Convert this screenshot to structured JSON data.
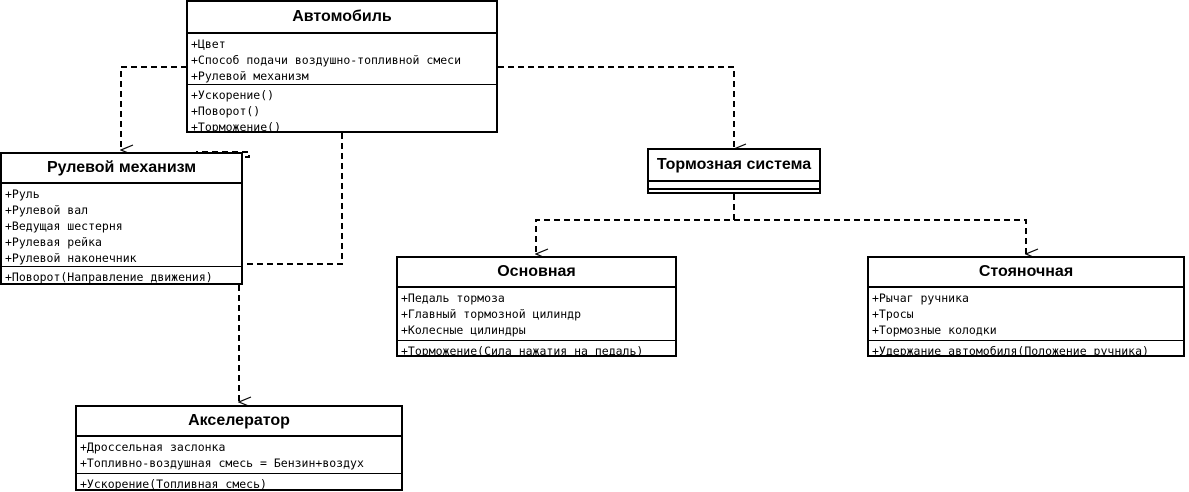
{
  "classes": {
    "avtomobil": {
      "title": "Автомобиль",
      "attributes": [
        "+Цвет",
        "+Способ подачи воздушно-топливной смеси",
        "+Рулевой механизм"
      ],
      "methods": [
        "+Ускорение()",
        "+Поворот()",
        "+Торможение()"
      ]
    },
    "rulevoy": {
      "title": "Рулевой механизм",
      "attributes": [
        "+Руль",
        "+Рулевой вал",
        "+Ведущая шестерня",
        "+Рулевая рейка",
        "+Рулевой наконечник"
      ],
      "methods": [
        "+Поворот(Направление движения)"
      ]
    },
    "tormoznaya": {
      "title": "Тормозная система",
      "attributes": [],
      "methods": []
    },
    "osnovnaya": {
      "title": "Основная",
      "attributes": [
        "+Педаль тормоза",
        "+Главный тормозной цилиндр",
        "+Колесные цилиндры"
      ],
      "methods": [
        "+Торможение(Сила нажатия на педаль)"
      ]
    },
    "stoyanochnaya": {
      "title": "Стояночная",
      "attributes": [
        "+Рычаг ручника",
        "+Тросы",
        "+Тормозные колодки"
      ],
      "methods": [
        "+Удержание автомобиля(Положение ручника)"
      ]
    },
    "akselerator": {
      "title": "Акселератор",
      "attributes": [
        "+Дроссельная заслонка",
        "+Топливно-воздушная смесь = Бензин+воздух"
      ],
      "methods": [
        "+Ускорение(Топливная смесь)"
      ]
    }
  }
}
